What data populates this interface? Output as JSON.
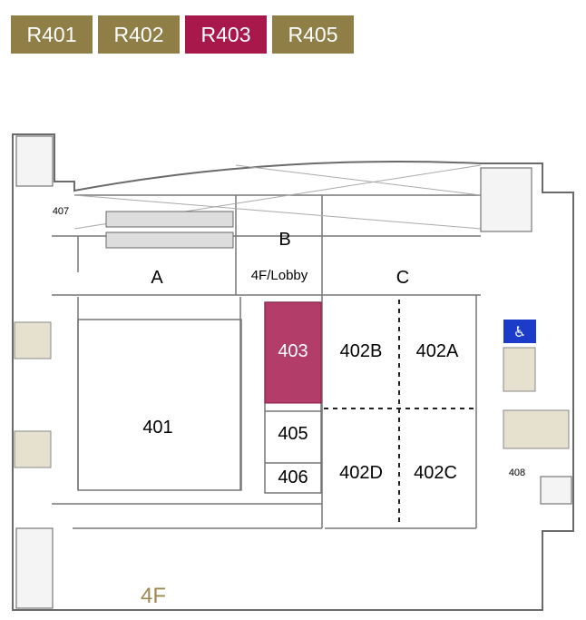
{
  "tabs": [
    {
      "label": "R401",
      "color": "#8f7e45"
    },
    {
      "label": "R402",
      "color": "#8f7e45"
    },
    {
      "label": "R403",
      "color": "#a9184a",
      "active": true
    },
    {
      "label": "R405",
      "color": "#8f7e45"
    }
  ],
  "floor": "4F",
  "zones": {
    "a": "A",
    "b": "B",
    "b_sub": "4F/Lobby",
    "c": "C"
  },
  "rooms": {
    "r401": "401",
    "r402a": "402A",
    "r402b": "402B",
    "r402c": "402C",
    "r402d": "402D",
    "r403": "403",
    "r405": "405",
    "r406": "406",
    "r407": "407",
    "r408": "408"
  },
  "highlight_color": "#b23d68",
  "accessible_icon": "wheelchair-icon"
}
